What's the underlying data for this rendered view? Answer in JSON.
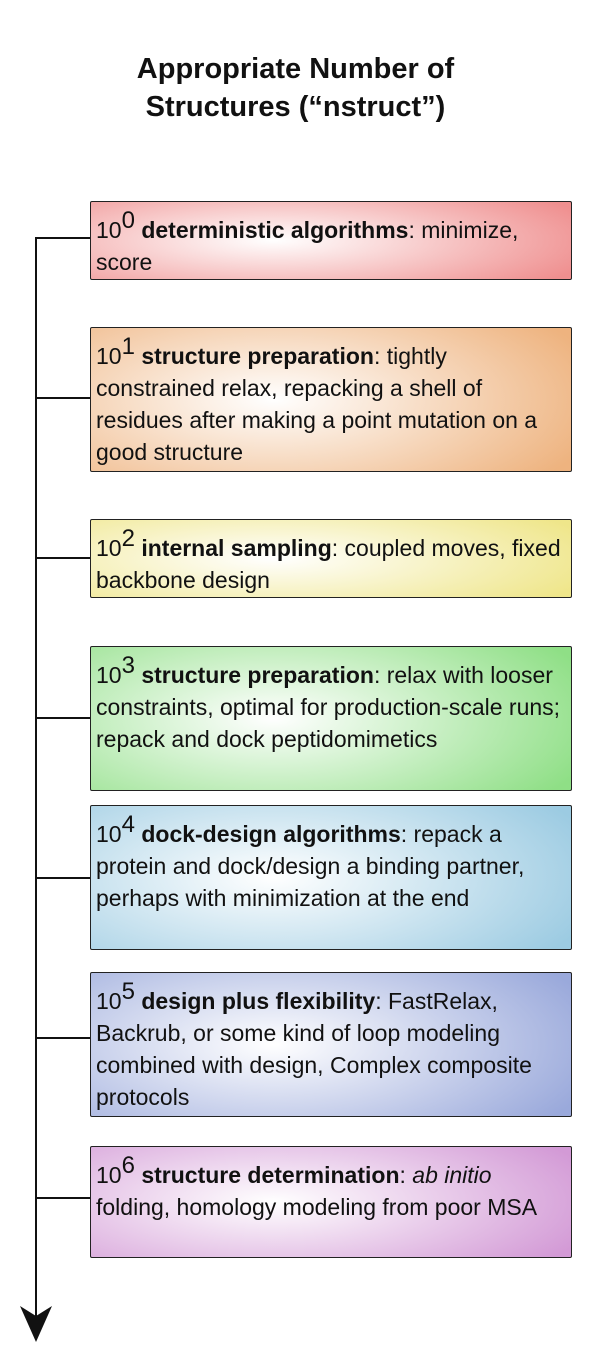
{
  "title": {
    "line1": "Appropriate Number of",
    "line2": "Structures  (“nstruct”)"
  },
  "levels": [
    {
      "base": "10",
      "exp": "0",
      "heading": "deterministic algorithms",
      "sep": ":",
      "italic": "",
      "text": " minimize, score",
      "color": "#ef8f8f"
    },
    {
      "base": "10",
      "exp": "1",
      "heading": "structure preparation",
      "sep": ":",
      "italic": "",
      "text": " tightly constrained relax, repacking a shell of residues after making a point mutation on a good structure",
      "color": "#eeb37f"
    },
    {
      "base": "10",
      "exp": "2",
      "heading": "internal sampling",
      "sep": ":",
      "italic": "",
      "text": " coupled moves, fixed backbone design",
      "color": "#efe68a"
    },
    {
      "base": "10",
      "exp": "3",
      "heading": "structure preparation",
      "sep": ":",
      "italic": "",
      "text": " relax with looser constraints, optimal for production-scale runs; repack and dock peptidomimetics",
      "color": "#8fdf86"
    },
    {
      "base": "10",
      "exp": "4",
      "heading": "dock-design algorithms",
      "sep": ":",
      "italic": "",
      "text": " repack a protein and dock/design a binding partner, perhaps with minimization at the end",
      "color": "#9ccbe2"
    },
    {
      "base": "10",
      "exp": "5",
      "heading": "design plus flexibility",
      "sep": ":",
      "italic": "",
      "text": " FastRelax, Backrub, or some kind of loop modeling combined with design, Complex composite protocols",
      "color": "#9aa9db"
    },
    {
      "base": "10",
      "exp": "6",
      "heading": "structure determination",
      "sep": ":",
      "italic": " ab initio",
      "text": " folding, homology modeling from poor MSA",
      "color": "#d39ad6"
    }
  ]
}
